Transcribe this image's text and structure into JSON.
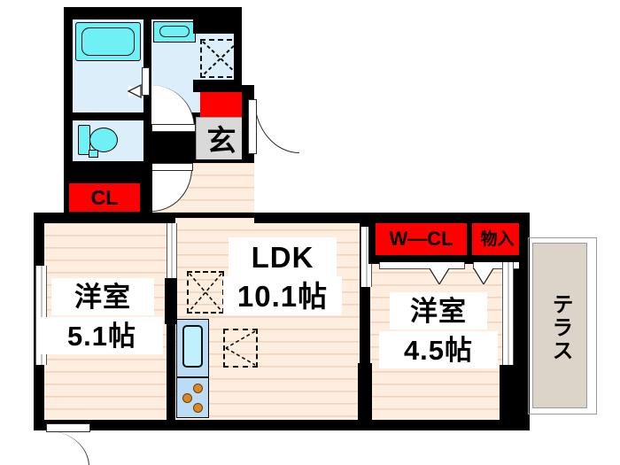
{
  "plan": {
    "title": "間取り図",
    "unit_suffix": "帖"
  },
  "rooms": [
    {
      "id": "ldk",
      "label_line1": "LDK",
      "label_line2": "10.1帖",
      "name": "LDK"
    },
    {
      "id": "washitsu_left",
      "label_line1": "洋室",
      "label_line2": "5.1帖",
      "name": "洋室5.1帖"
    },
    {
      "id": "washitsu_right",
      "label_line1": "洋室",
      "label_line2": "4.5帖",
      "name": "洋室4.5帖"
    }
  ],
  "labels": {
    "ldk_name": "LDK",
    "ldk_size": "10.1帖",
    "room_left_name": "洋室",
    "room_left_size": "5.1帖",
    "room_right_name": "洋室",
    "room_right_size": "4.5帖",
    "closet_cl": "CL",
    "closet_wcl": "W—CL",
    "storage": "物入",
    "genkan": "玄",
    "terrace": "テラス"
  },
  "fixtures": [
    {
      "name": "bathtub",
      "area": "bathroom"
    },
    {
      "name": "bathroom-floor",
      "area": "bathroom"
    },
    {
      "name": "vanity-sink",
      "area": "washroom"
    },
    {
      "name": "washing-machine-space",
      "area": "washroom"
    },
    {
      "name": "toilet",
      "area": "toilet-room"
    },
    {
      "name": "kitchen-sink",
      "area": "ldk"
    },
    {
      "name": "gas-stove",
      "area": "ldk"
    },
    {
      "name": "shoe-closet",
      "area": "genkan"
    }
  ],
  "colors": {
    "wall": "#000000",
    "floor_wood": "#fbe5d2",
    "tile": "#ddeefb",
    "water_fixture": "#6ef0f5",
    "closet_red": "#ff0000",
    "terrace": "#dcd4c8",
    "genkan": "#d9d9d9",
    "kitchen_unit": "#bcdcf5",
    "burner": "#d98825"
  },
  "tatami_sizes": {
    "ldk": 10.1,
    "room_left": 5.1,
    "room_right": 4.5
  }
}
